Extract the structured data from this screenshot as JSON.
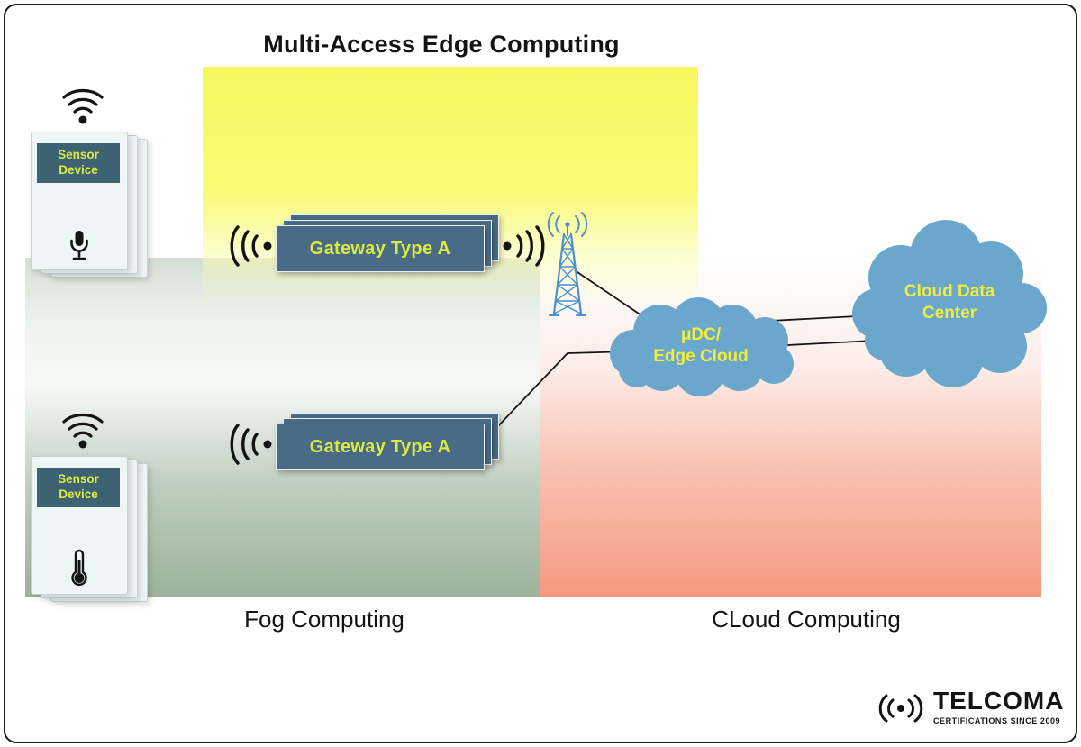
{
  "title": "Multi-Access Edge Computing",
  "zones": {
    "fog": {
      "label": "Fog Computing"
    },
    "cloud": {
      "label": "CLoud Computing"
    }
  },
  "sensors": {
    "audio": {
      "label": "Sensor Device",
      "icon": "microphone-icon"
    },
    "temperature": {
      "label": "Sensor Device",
      "icon": "thermometer-icon"
    }
  },
  "gateways": {
    "top": {
      "label": "Gateway Type A"
    },
    "bottom": {
      "label": "Gateway Type A"
    }
  },
  "clouds": {
    "edge": {
      "line1": "μDC/",
      "line2": "Edge Cloud"
    },
    "datacenter": {
      "line1": "Cloud Data",
      "line2": "Center"
    }
  },
  "logo": {
    "name": "TELCOMA",
    "tagline": "CERTIFICATIONS SINCE 2009"
  },
  "colors": {
    "mec-yellow": "#f8f966",
    "fog-green": "#9cb39b",
    "cloud-pink": "#f4997f",
    "panel-dark": "#3d6373",
    "gateway-bg": "#4a6b85",
    "accent-yellow": "#dcec3f",
    "cloud-blue": "#6ba7cd",
    "cloud-text": "#f0ee3b",
    "tower-blue": "#4a90d0",
    "card-bg": "#edf5f5",
    "ink": "#141414"
  }
}
